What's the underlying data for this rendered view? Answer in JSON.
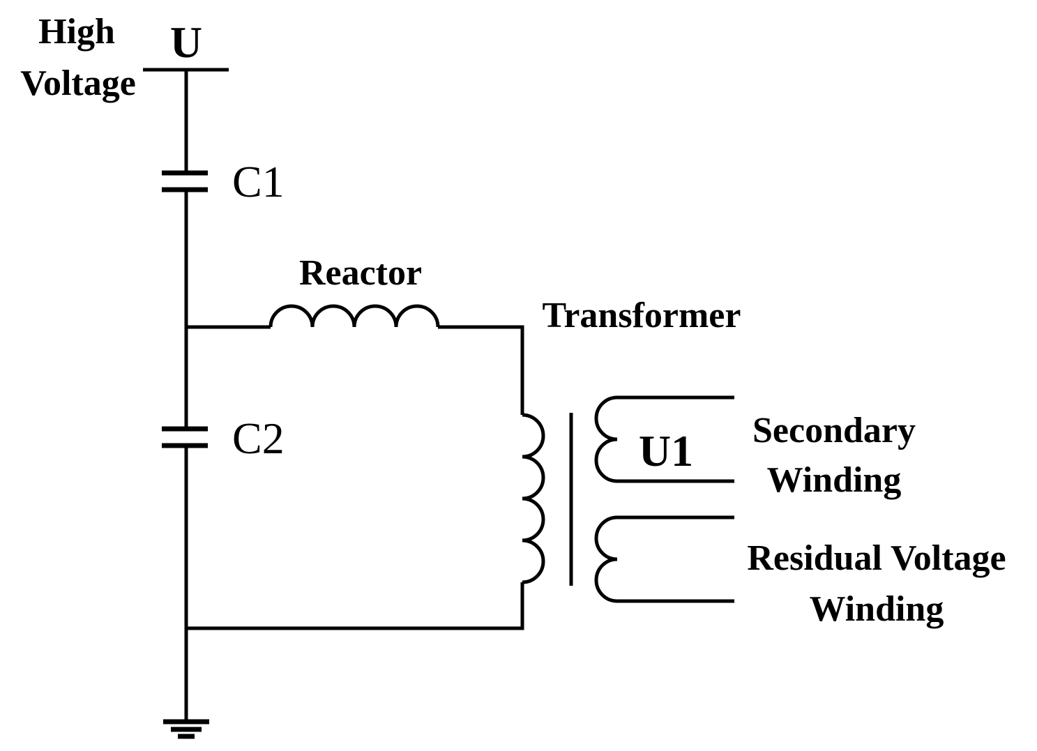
{
  "labels": {
    "high_voltage_line1": "High",
    "high_voltage_line2": "Voltage",
    "terminal_u": "U",
    "capacitor_c1": "C1",
    "capacitor_c2": "C2",
    "reactor": "Reactor",
    "transformer": "Transformer",
    "output_u1": "U1",
    "secondary_line1": "Secondary",
    "secondary_line2": "Winding",
    "residual_line1": "Residual Voltage",
    "residual_line2": "Winding"
  }
}
